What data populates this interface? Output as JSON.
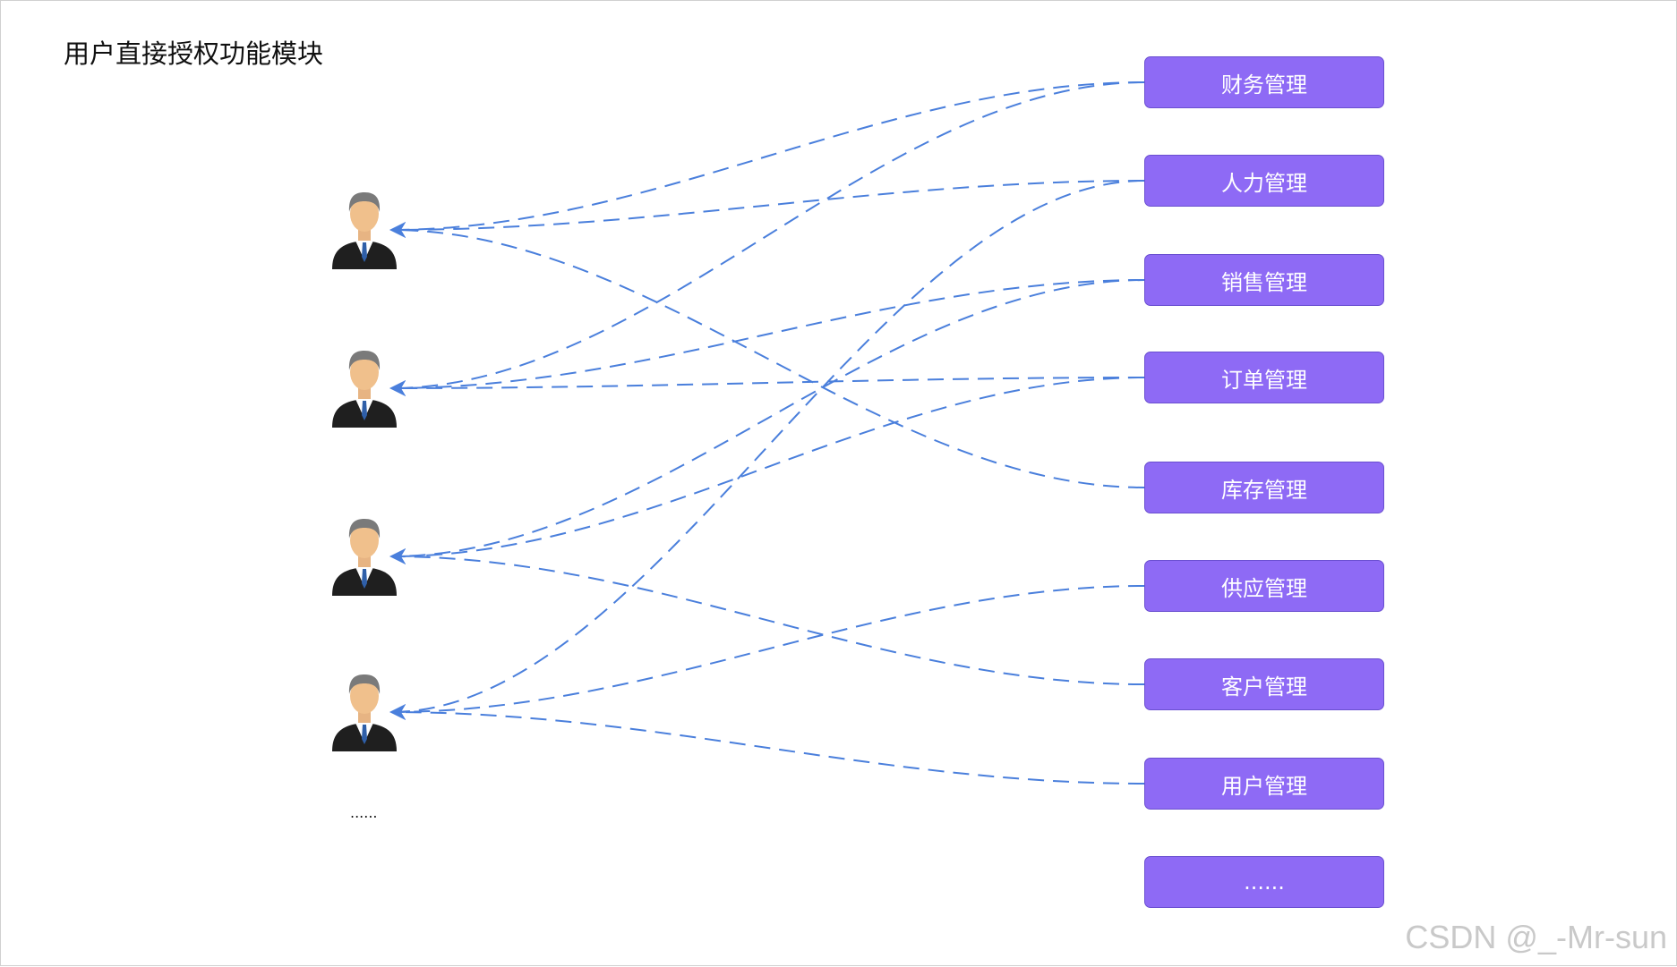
{
  "title": "用户直接授权功能模块",
  "users": [
    {
      "id": "user-1"
    },
    {
      "id": "user-2"
    },
    {
      "id": "user-3"
    },
    {
      "id": "user-4"
    }
  ],
  "users_more": "......",
  "modules": [
    {
      "label": "财务管理"
    },
    {
      "label": "人力管理"
    },
    {
      "label": "销售管理"
    },
    {
      "label": "订单管理"
    },
    {
      "label": "库存管理"
    },
    {
      "label": "供应管理"
    },
    {
      "label": "客户管理"
    },
    {
      "label": "用户管理"
    },
    {
      "label": "......"
    }
  ],
  "links": [
    {
      "user": 0,
      "module": 0
    },
    {
      "user": 0,
      "module": 1
    },
    {
      "user": 0,
      "module": 4
    },
    {
      "user": 1,
      "module": 0
    },
    {
      "user": 1,
      "module": 2
    },
    {
      "user": 1,
      "module": 3
    },
    {
      "user": 2,
      "module": 2
    },
    {
      "user": 2,
      "module": 3
    },
    {
      "user": 2,
      "module": 6
    },
    {
      "user": 3,
      "module": 1
    },
    {
      "user": 3,
      "module": 5
    },
    {
      "user": 3,
      "module": 7
    }
  ],
  "colors": {
    "module_fill": "#8e6af5",
    "link": "#4a7fdc"
  },
  "watermark": "CSDN @_-Mr-sun"
}
